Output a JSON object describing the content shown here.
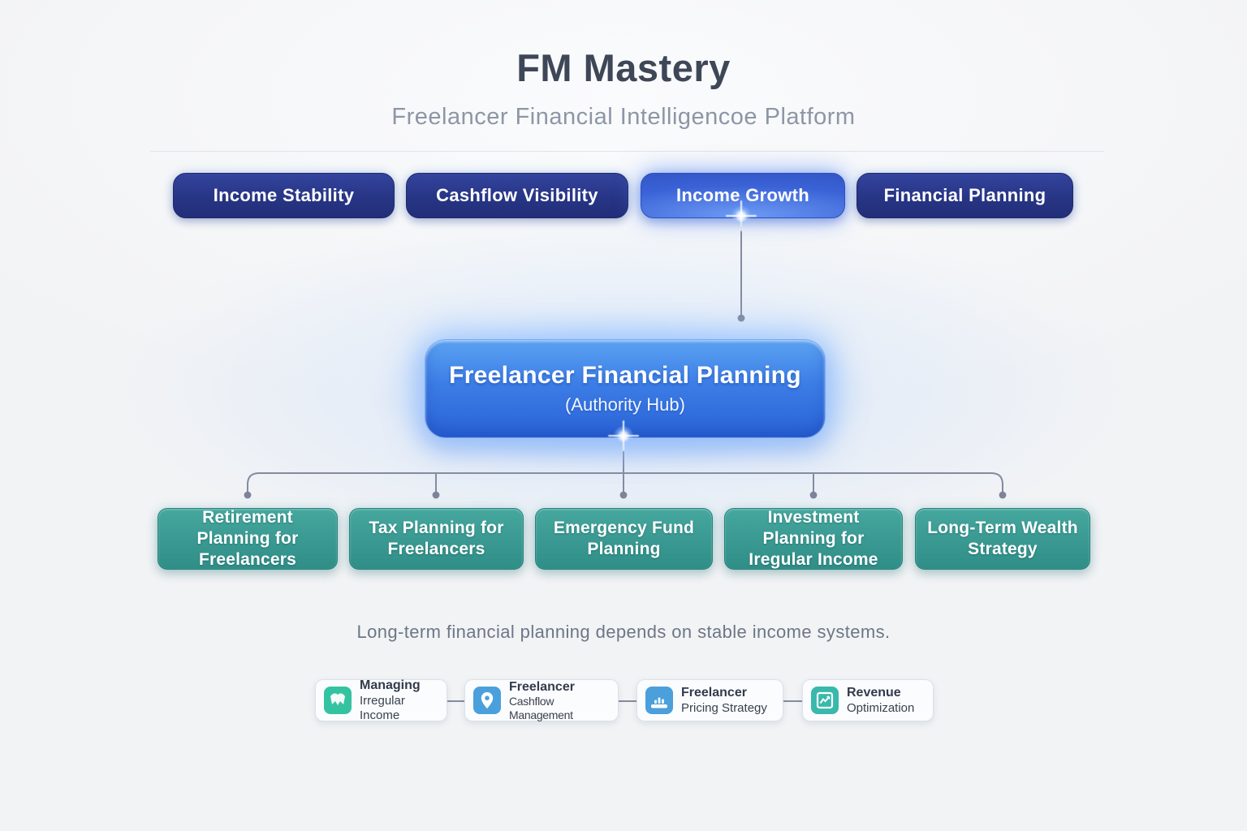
{
  "header": {
    "title": "FM Mastery",
    "subtitle": "Freelancer Financial Intelligencoe Platform"
  },
  "pillars": [
    {
      "label": "Income Stability",
      "active": false
    },
    {
      "label": "Cashflow Visibility",
      "active": false
    },
    {
      "label": "Income Growth",
      "active": true
    },
    {
      "label": "Financial Planning",
      "active": false
    }
  ],
  "hub": {
    "title": "Freelancer Financial Planning",
    "subtitle": "(Authority Hub)"
  },
  "branches": [
    "Retirement Planning for Freelancers",
    "Tax Planning for Freelancers",
    "Emergency Fund Planning",
    "Investment Planning for Iregular Income",
    "Long-Term Wealth Strategy"
  ],
  "caption": "Long-term financial planning depends on stable income systems.",
  "resources": [
    {
      "line1": "Managing",
      "line2": "Irregular Income",
      "icon": "mask-icon",
      "icon_color": "#34c3a0"
    },
    {
      "line1": "Freelancer",
      "line2": "Cashflow Management",
      "icon": "map-pin-icon",
      "icon_color": "#4aa0dc"
    },
    {
      "line1": "Freelancer",
      "line2": "Pricing Strategy",
      "icon": "bar-chart-icon",
      "icon_color": "#4b9fdb"
    },
    {
      "line1": "Revenue",
      "line2": "Optimization",
      "icon": "chart-frame-icon",
      "icon_color": "#38b9ac"
    }
  ],
  "colors": {
    "navy_button": "#273585",
    "active_button_blue": "#3a62d6",
    "hub_blue": "#3c7de6",
    "branch_teal": "#35988f",
    "connector_gray": "#858ba0",
    "title_text": "#3e4757",
    "subtitle_text": "#8d96a6",
    "caption_text": "#6d7687",
    "background": "#f2f3f5"
  }
}
